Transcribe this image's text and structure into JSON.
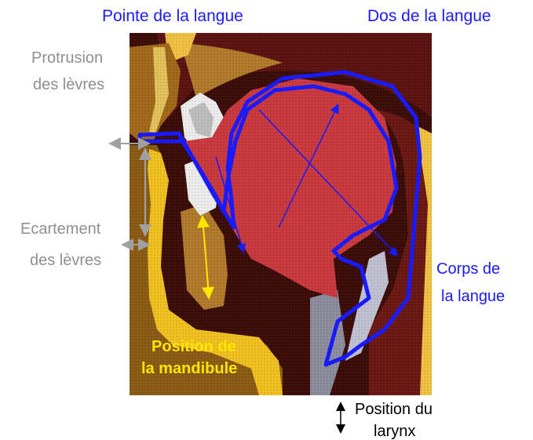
{
  "labels": {
    "tongue_tip": "Pointe de la langue",
    "tongue_back": "Dos de la langue",
    "lip_protrusion_1": "Protrusion",
    "lip_protrusion_2": "des lèvres",
    "lip_spread_1": "Ecartement",
    "lip_spread_2": "des lèvres",
    "tongue_body_1": "Corps de",
    "tongue_body_2": "la langue",
    "mandible_1": "Position de",
    "mandible_2": "la mandibule",
    "larynx_1": "Position du",
    "larynx_2": "larynx"
  },
  "colors": {
    "tongue_outline": "#1a1aff",
    "grey_arrows": "#a0a0a0",
    "mandible_arrow": "#ffe600",
    "background_tissue": "#3a0c08",
    "tongue_fill": "#c8383d"
  }
}
